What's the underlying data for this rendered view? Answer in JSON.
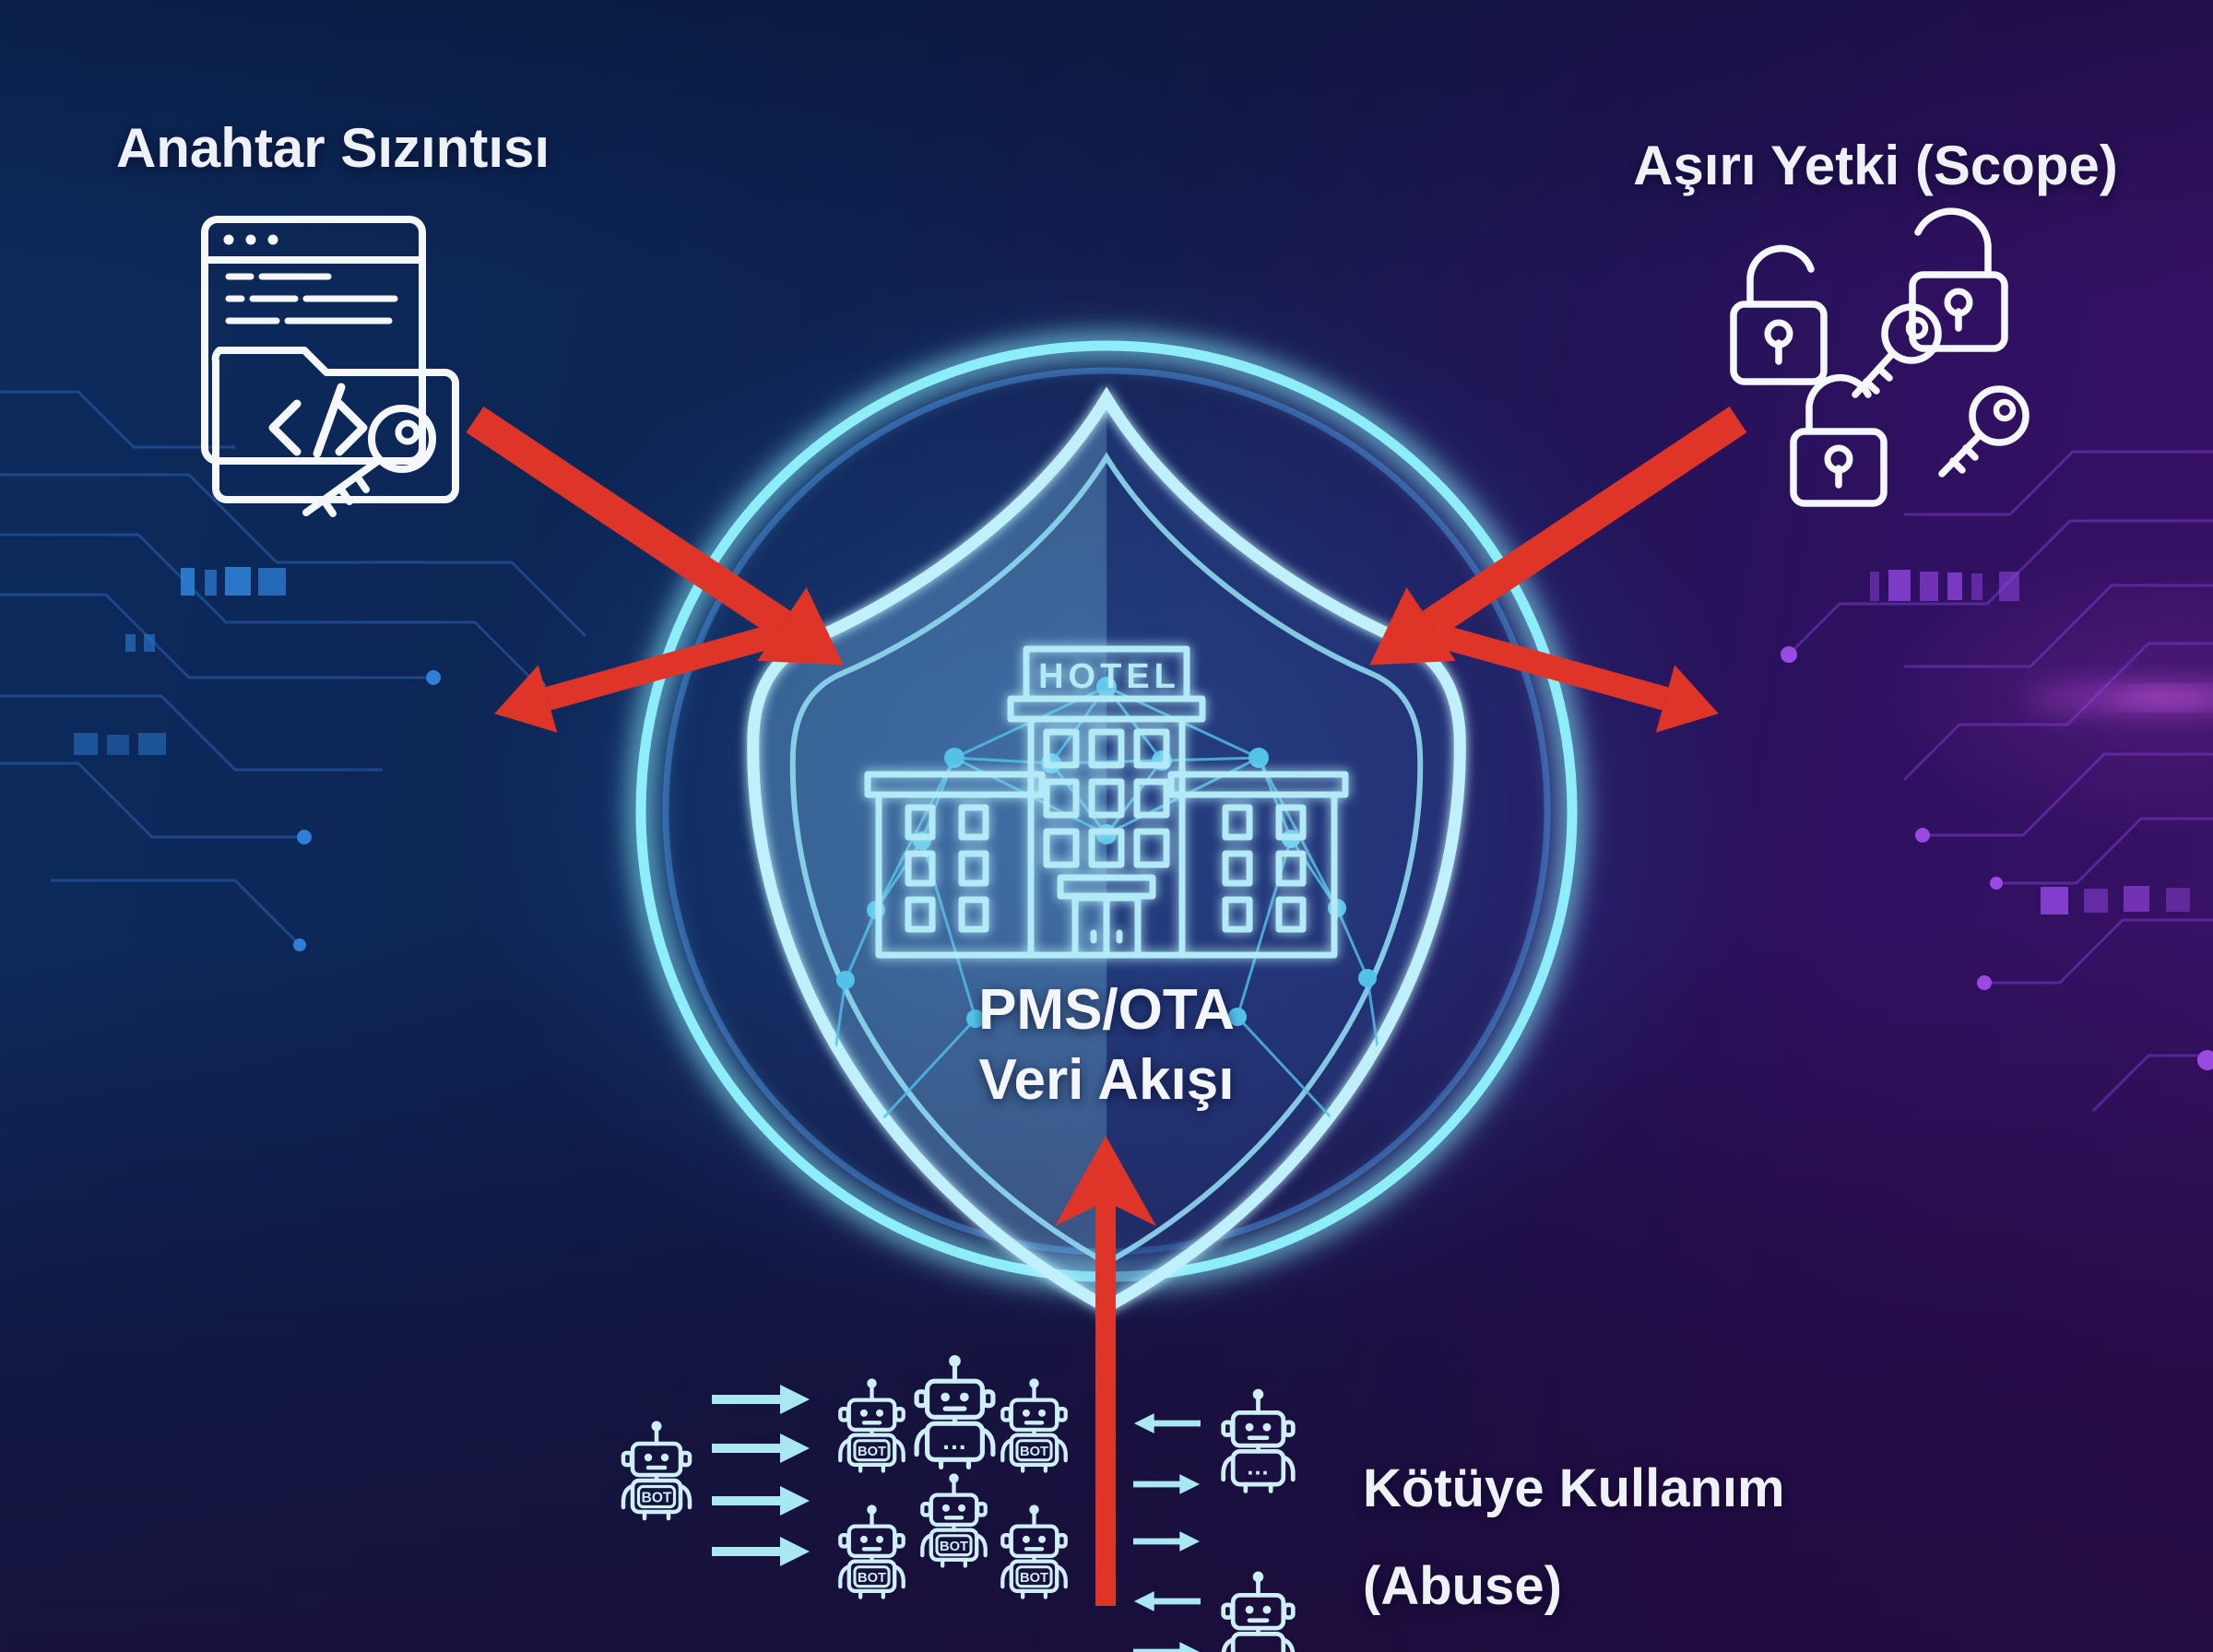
{
  "labels": {
    "key_leak": "Anahtar Sızıntısı",
    "excessive_scope": "Aşırı Yetki (Scope)",
    "abuse_line1": "Kötüye Kullanım",
    "abuse_line2": "(Abuse)"
  },
  "shield": {
    "hotel_sign": "HOTEL",
    "caption_line1": "PMS/OTA",
    "caption_line2": "Veri Akışı"
  },
  "bots": {
    "chest_label": "BOT",
    "chest_dots": "..."
  },
  "icons": [
    "browser-code-key-icon",
    "open-padlock-icon",
    "key-icon",
    "protection-ring",
    "shield-icon",
    "network-mesh",
    "hotel-building-icon",
    "bot-icon",
    "attack-arrow-icon",
    "traffic-arrow-icon"
  ],
  "colors": {
    "background_navy": "#0d2b5e",
    "background_purple": "#3a1165",
    "ring_cyan": "#8deef9",
    "shield_cyan": "#bff0fb",
    "mesh_blue": "#52c2e9",
    "hotel_cyan": "#b2ebf7",
    "bot_cyan": "#cfeff8",
    "icon_white": "#f4f7fb",
    "alert_red": "#de3528",
    "traffic_cyan": "#a9e8f2"
  }
}
